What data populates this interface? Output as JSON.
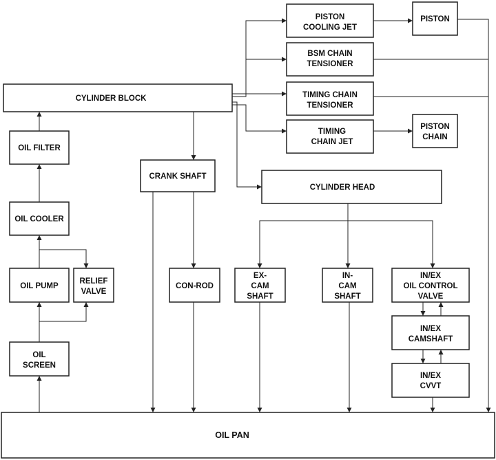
{
  "nodes": {
    "piston_cooling_jet": [
      "PISTON",
      "COOLING JET"
    ],
    "piston": [
      "PISTON"
    ],
    "bsm_chain_tensioner": [
      "BSM CHAIN",
      "TENSIONER"
    ],
    "cylinder_block": [
      "CYLINDER BLOCK"
    ],
    "timing_chain_tensioner": [
      "TIMING CHAIN",
      "TENSIONER"
    ],
    "timing_chain_jet": [
      "TIMING",
      "CHAIN JET"
    ],
    "piston_chain": [
      "PISTON",
      "CHAIN"
    ],
    "oil_filter": [
      "OIL FILTER"
    ],
    "crank_shaft": [
      "CRANK SHAFT"
    ],
    "cylinder_head": [
      "CYLINDER HEAD"
    ],
    "oil_cooler": [
      "OIL COOLER"
    ],
    "oil_pump": [
      "OIL PUMP"
    ],
    "relief_valve": [
      "RELIEF",
      "VALVE"
    ],
    "con_rod": [
      "CON-ROD"
    ],
    "ex_cam_shaft": [
      "EX-",
      "CAM",
      "SHAFT"
    ],
    "in_cam_shaft": [
      "IN-",
      "CAM",
      "SHAFT"
    ],
    "oil_control_valve": [
      "IN/EX",
      "OIL CONTROL",
      "VALVE"
    ],
    "camshaft": [
      "IN/EX",
      "CAMSHAFT"
    ],
    "cvvt": [
      "IN/EX",
      "CVVT"
    ],
    "oil_screen": [
      "OIL",
      "SCREEN"
    ],
    "oil_pan": [
      "OIL PAN"
    ]
  }
}
